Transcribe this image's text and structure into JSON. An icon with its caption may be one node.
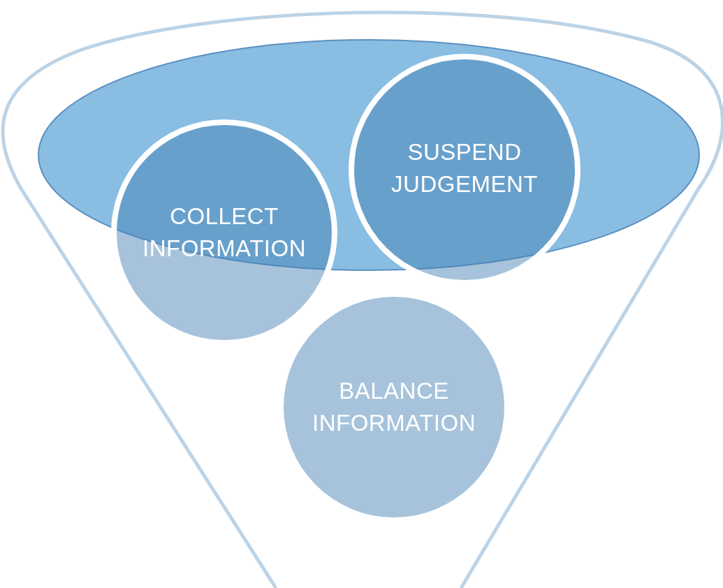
{
  "diagram": {
    "nodes": [
      {
        "text": [],
        "shape": "funnel"
      },
      {
        "text": [
          "COLLECT INFORMATION"
        ],
        "in": 0
      },
      {
        "text": [
          "SUSPEND JUDGEMENT"
        ],
        "in": 0
      },
      {
        "text": [
          "BALANCE INFORMATION"
        ],
        "in": 0
      }
    ],
    "edges": []
  }
}
